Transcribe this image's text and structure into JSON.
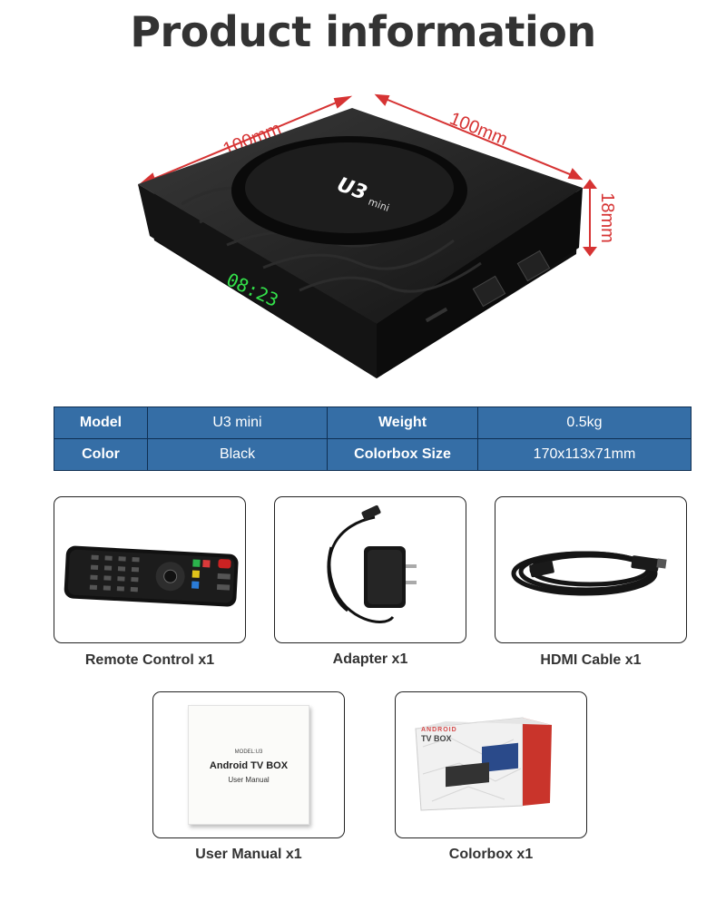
{
  "page_title": "Product information",
  "product": {
    "brand_label": "U3",
    "brand_sub": "mini",
    "display_time": "08:23",
    "dim_width": "100mm",
    "dim_depth": "100mm",
    "dim_height": "18mm"
  },
  "specs": {
    "rows": [
      {
        "k1": "Model",
        "v1": "U3 mini",
        "k2": "Weight",
        "v2": "0.5kg"
      },
      {
        "k1": "Color",
        "v1": "Black",
        "k2": "Colorbox Size",
        "v2": "170x113x71mm"
      }
    ]
  },
  "accessories": [
    {
      "name": "Remote Control x1"
    },
    {
      "name": "Adapter x1"
    },
    {
      "name": "HDMI Cable x1"
    },
    {
      "name": "User Manual x1"
    },
    {
      "name": "Colorbox x1"
    }
  ],
  "manual": {
    "model_line": "MODEL:U3",
    "title": "Android TV BOX",
    "subtitle": "User Manual"
  },
  "colorbox": {
    "brand": "ANDROID",
    "line": "TV BOX"
  },
  "colors": {
    "table_fill": "#356ea6",
    "table_border": "#0f2f52",
    "dimension_red": "#d63333",
    "led_green": "#33e14a"
  }
}
